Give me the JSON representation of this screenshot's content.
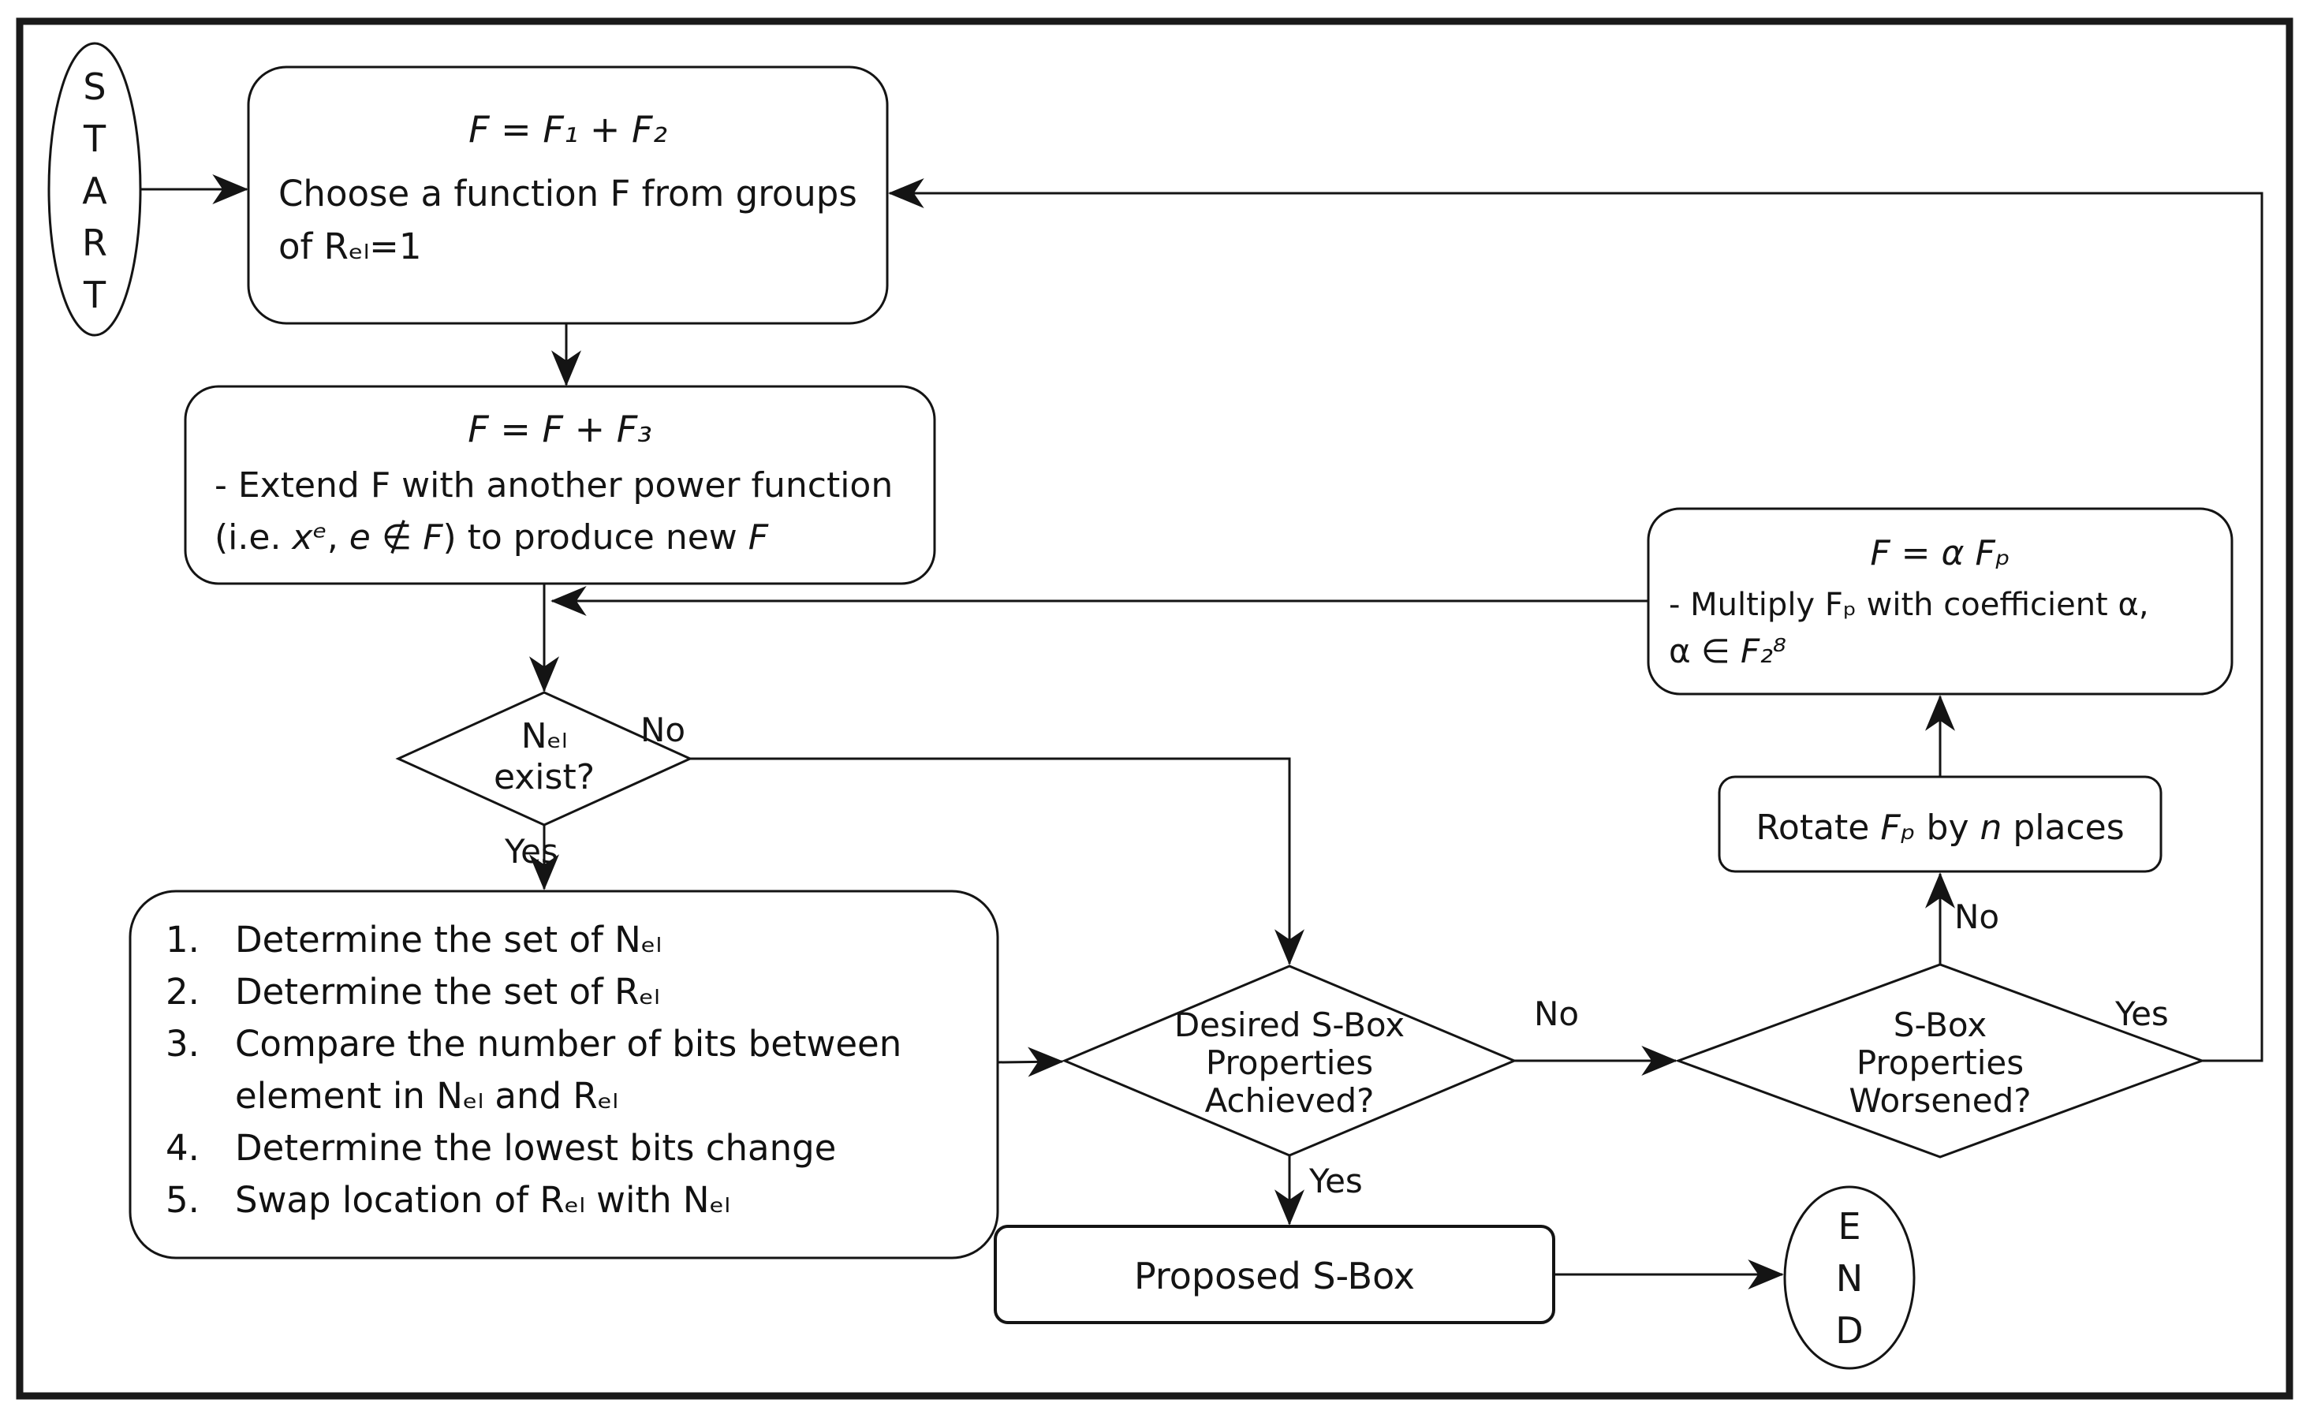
{
  "flowchart": {
    "start": {
      "label": "S\nT\nA\nR\nT"
    },
    "end": {
      "label": "E\nN\nD"
    },
    "box1": {
      "title": "F = F₁ + F₂",
      "line1": "Choose a function F from groups",
      "line2": "of Rₑₗ=1"
    },
    "box2": {
      "title": "F = F + F₃",
      "line1": "- Extend F with another power function",
      "line2_parts": [
        "(i.e. ",
        "xᵉ",
        ", ",
        "e",
        " ∉ ",
        "F",
        ") to produce new ",
        "F"
      ]
    },
    "diamond_nel": {
      "label": "Nₑₗ\nexist?",
      "no_label": "No",
      "yes_label": "Yes"
    },
    "steps_box": {
      "items": [
        {
          "num": "1.",
          "text": "Determine the set of Nₑₗ"
        },
        {
          "num": "2.",
          "text": "Determine the set of Rₑₗ"
        },
        {
          "num": "3.",
          "text": "Compare the number of bits between\nelement in Nₑₗ and Rₑₗ"
        },
        {
          "num": "4.",
          "text": "Determine the lowest bits change"
        },
        {
          "num": "5.",
          "text": "Swap location of Rₑₗ with Nₑₗ"
        }
      ]
    },
    "diamond_desired": {
      "label": "Desired S-Box\nProperties\nAchieved?",
      "no_label": "No",
      "yes_label": "Yes"
    },
    "diamond_worsened": {
      "label": "S-Box\nProperties\nWorsened?",
      "no_label": "No",
      "yes_label": "Yes"
    },
    "alpha_box": {
      "title": "F = α Fₚ",
      "line1": "- Multiply Fₚ with coefficient α,",
      "line2_parts": [
        "α ∈ ",
        "F₂⁸"
      ]
    },
    "rotate_box": {
      "parts": [
        "Rotate ",
        "Fₚ",
        " by ",
        "n",
        " places"
      ]
    },
    "proposed_box": {
      "label": "Proposed S-Box"
    }
  },
  "colors": {
    "ink": "#141414",
    "background": "#ffffff"
  }
}
